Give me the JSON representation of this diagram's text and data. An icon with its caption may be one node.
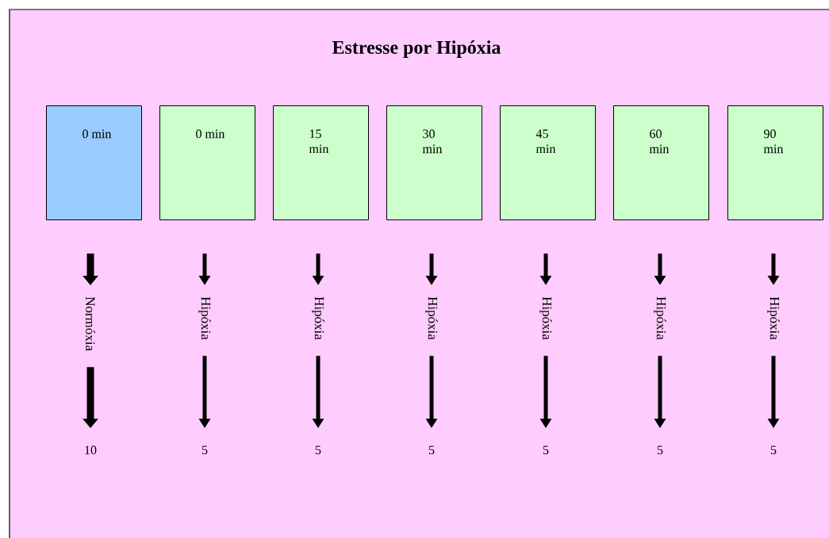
{
  "diagram": {
    "title": "Estresse por Hipóxia",
    "nodes": [
      {
        "text": [
          "0 min"
        ]
      },
      {
        "text": [
          "0 min"
        ]
      },
      {
        "text": [
          "15 min"
        ]
      },
      {
        "text": [
          "30 min"
        ]
      },
      {
        "text": [
          "45 min"
        ]
      },
      {
        "text": [
          "60 min"
        ]
      },
      {
        "text": [
          "90 min"
        ]
      },
      {
        "text": [
          "Normóxia"
        ]
      },
      {
        "text": [
          "Hipóxia"
        ]
      },
      {
        "text": [
          "Hipóxia"
        ]
      },
      {
        "text": [
          "Hipóxia"
        ]
      },
      {
        "text": [
          "Hipóxia"
        ]
      },
      {
        "text": [
          "Hipóxia"
        ]
      },
      {
        "text": [
          "Hipóxia"
        ]
      },
      {
        "text": [
          "10"
        ]
      },
      {
        "text": [
          "5"
        ]
      },
      {
        "text": [
          "5"
        ]
      },
      {
        "text": [
          "5"
        ]
      },
      {
        "text": [
          "5"
        ]
      },
      {
        "text": [
          "5"
        ]
      },
      {
        "text": [
          "5"
        ]
      }
    ],
    "edges": [
      {
        "from": 0,
        "to": 7,
        "arrow": "to",
        "style": "thick"
      },
      {
        "from": 1,
        "to": 8,
        "arrow": "to"
      },
      {
        "from": 2,
        "to": 9,
        "arrow": "to"
      },
      {
        "from": 3,
        "to": 10,
        "arrow": "to"
      },
      {
        "from": 4,
        "to": 11,
        "arrow": "to"
      },
      {
        "from": 5,
        "to": 12,
        "arrow": "to"
      },
      {
        "from": 6,
        "to": 13,
        "arrow": "to"
      },
      {
        "from": 7,
        "to": 14,
        "arrow": "to",
        "style": "thick"
      },
      {
        "from": 8,
        "to": 15,
        "arrow": "to"
      },
      {
        "from": 9,
        "to": 16,
        "arrow": "to"
      },
      {
        "from": 10,
        "to": 17,
        "arrow": "to"
      },
      {
        "from": 11,
        "to": 18,
        "arrow": "to"
      },
      {
        "from": 12,
        "to": 19,
        "arrow": "to"
      },
      {
        "from": 13,
        "to": 20,
        "arrow": "to"
      }
    ]
  }
}
